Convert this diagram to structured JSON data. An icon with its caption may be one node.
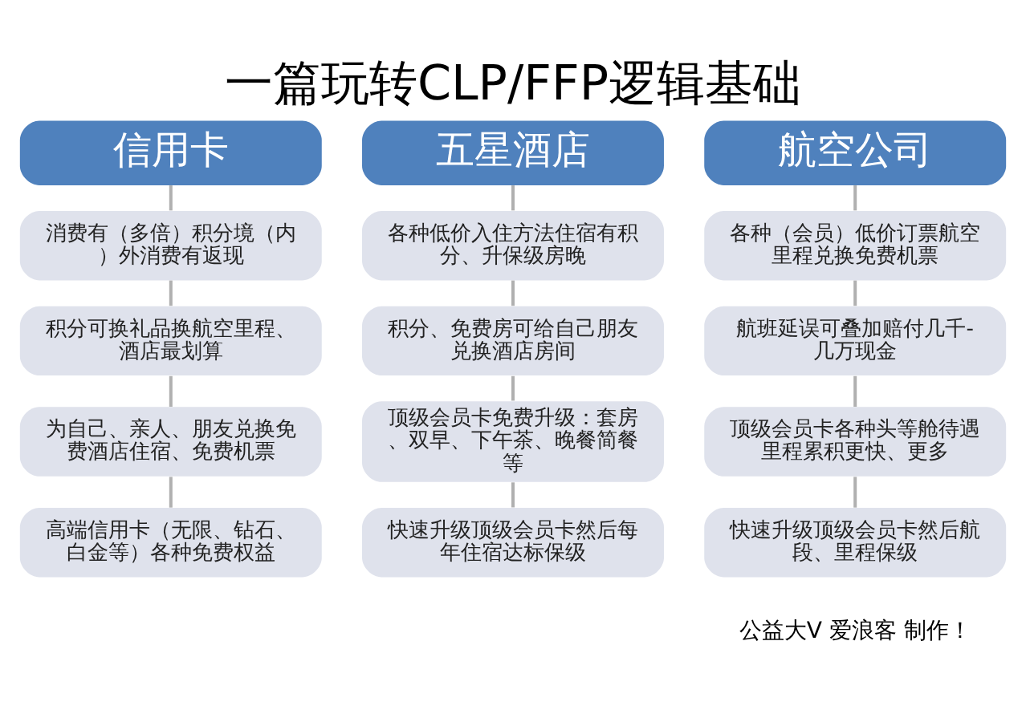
{
  "diagram": {
    "title": "一篇玩转CLP/FFP逻辑基础",
    "nodes": [
      {
        "text": [
          "信用卡"
        ]
      },
      {
        "text": [
          "消费有（多倍）积分境（内）外消费有返现"
        ]
      },
      {
        "text": [
          "积分可换礼品换航空里程、酒店最划算"
        ]
      },
      {
        "text": [
          "为自己、亲人、朋友兑换免费酒店住宿、免费机票"
        ]
      },
      {
        "text": [
          "高端信用卡（无限、钻石、白金等）各种免费权益"
        ]
      },
      {
        "text": [
          "五星酒店"
        ]
      },
      {
        "text": [
          "各种低价入住方法住宿有积分、升保级房晚"
        ]
      },
      {
        "text": [
          "积分、免费房可给自己朋友兑换酒店房间"
        ]
      },
      {
        "text": [
          "顶级会员卡免费升级：套房、双早、下午茶、晚餐简餐等"
        ]
      },
      {
        "text": [
          "快速升级顶级会员卡然后每年住宿达标保级"
        ]
      },
      {
        "text": [
          "航空公司"
        ]
      },
      {
        "text": [
          "各种（会员）低价订票航空里程兑换免费机票"
        ]
      },
      {
        "text": [
          "航班延误可叠加赔付几千-几万现金"
        ]
      },
      {
        "text": [
          "顶级会员卡各种头等舱待遇里程累积更快、更多"
        ]
      },
      {
        "text": [
          "快速升级顶级会员卡然后航段、里程保级"
        ]
      }
    ],
    "edges": [
      {
        "from": 0,
        "to": 1,
        "arrow": "none"
      },
      {
        "from": 1,
        "to": 2,
        "arrow": "none"
      },
      {
        "from": 2,
        "to": 3,
        "arrow": "none"
      },
      {
        "from": 3,
        "to": 4,
        "arrow": "none"
      },
      {
        "from": 5,
        "to": 6,
        "arrow": "none"
      },
      {
        "from": 6,
        "to": 7,
        "arrow": "none"
      },
      {
        "from": 7,
        "to": 8,
        "arrow": "none"
      },
      {
        "from": 8,
        "to": 9,
        "arrow": "none"
      },
      {
        "from": 10,
        "to": 11,
        "arrow": "none"
      },
      {
        "from": 11,
        "to": 12,
        "arrow": "none"
      },
      {
        "from": 12,
        "to": 13,
        "arrow": "none"
      },
      {
        "from": 13,
        "to": 14,
        "arrow": "none"
      }
    ],
    "labels": [
      "公益大V 爱浪客 制作！"
    ]
  }
}
